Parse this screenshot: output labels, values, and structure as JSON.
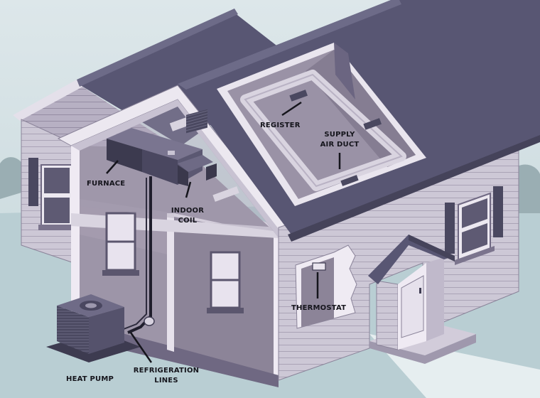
{
  "labels": {
    "furnace": "FURNACE",
    "indoor_coil_1": "INDOOR",
    "indoor_coil_2": "COIL",
    "register": "REGISTER",
    "supply_air_duct_1": "SUPPLY",
    "supply_air_duct_2": "AIR DUCT",
    "thermostat": "THERMOSTAT",
    "heat_pump": "HEAT PUMP",
    "refrigeration_lines_1": "REFRIGERATION",
    "refrigeration_lines_2": "LINES"
  },
  "colors": {
    "sky": "#d6e2e5",
    "ground": "#b7cdd1",
    "roof": "#585673",
    "wall": "#cbc6d4",
    "interior": "#8e8699",
    "siding_line": "#aaa3b6",
    "outline": "#3f3c52",
    "label_text": "#15151c"
  }
}
